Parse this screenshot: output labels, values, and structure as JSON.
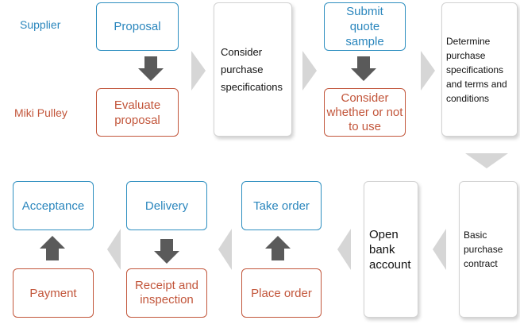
{
  "roles": {
    "supplier": "Supplier",
    "buyer": "Miki Pulley"
  },
  "steps": {
    "proposal": "Proposal",
    "evaluate_proposal": "Evaluate proposal",
    "consider_specs": "Consider purchase specifications",
    "submit_quote": "Submit quote sample",
    "consider_use": "Consider whether or not to use",
    "determine_specs": "Determine purchase specifications and terms and conditions",
    "basic_contract": "Basic purchase contract",
    "open_account": "Open bank account",
    "take_order": "Take order",
    "place_order": "Place order",
    "delivery": "Delivery",
    "receipt_inspection": "Receipt and inspection",
    "acceptance": "Acceptance",
    "payment": "Payment"
  },
  "colors": {
    "supplier": "#2a86bd",
    "buyer": "#c2553a",
    "step_border": "#d2d2d2",
    "arrow_light": "#d6d6d6",
    "arrow_dark": "#5a5a5a"
  }
}
